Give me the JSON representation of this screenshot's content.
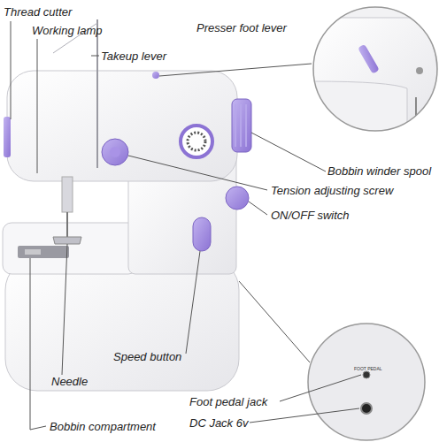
{
  "diagram": {
    "labels": [
      "Thread cutter",
      "Working lamp",
      "Takeup lever",
      "Presser foot lever",
      "Bobbin winder spool",
      "Tension adjusting screw",
      "ON/OFF switch",
      "Speed button",
      "Needle",
      "Foot pedal jack",
      "DC Jack 6v",
      "Bobbin compartment",
      "FOOT PEDAL"
    ]
  }
}
